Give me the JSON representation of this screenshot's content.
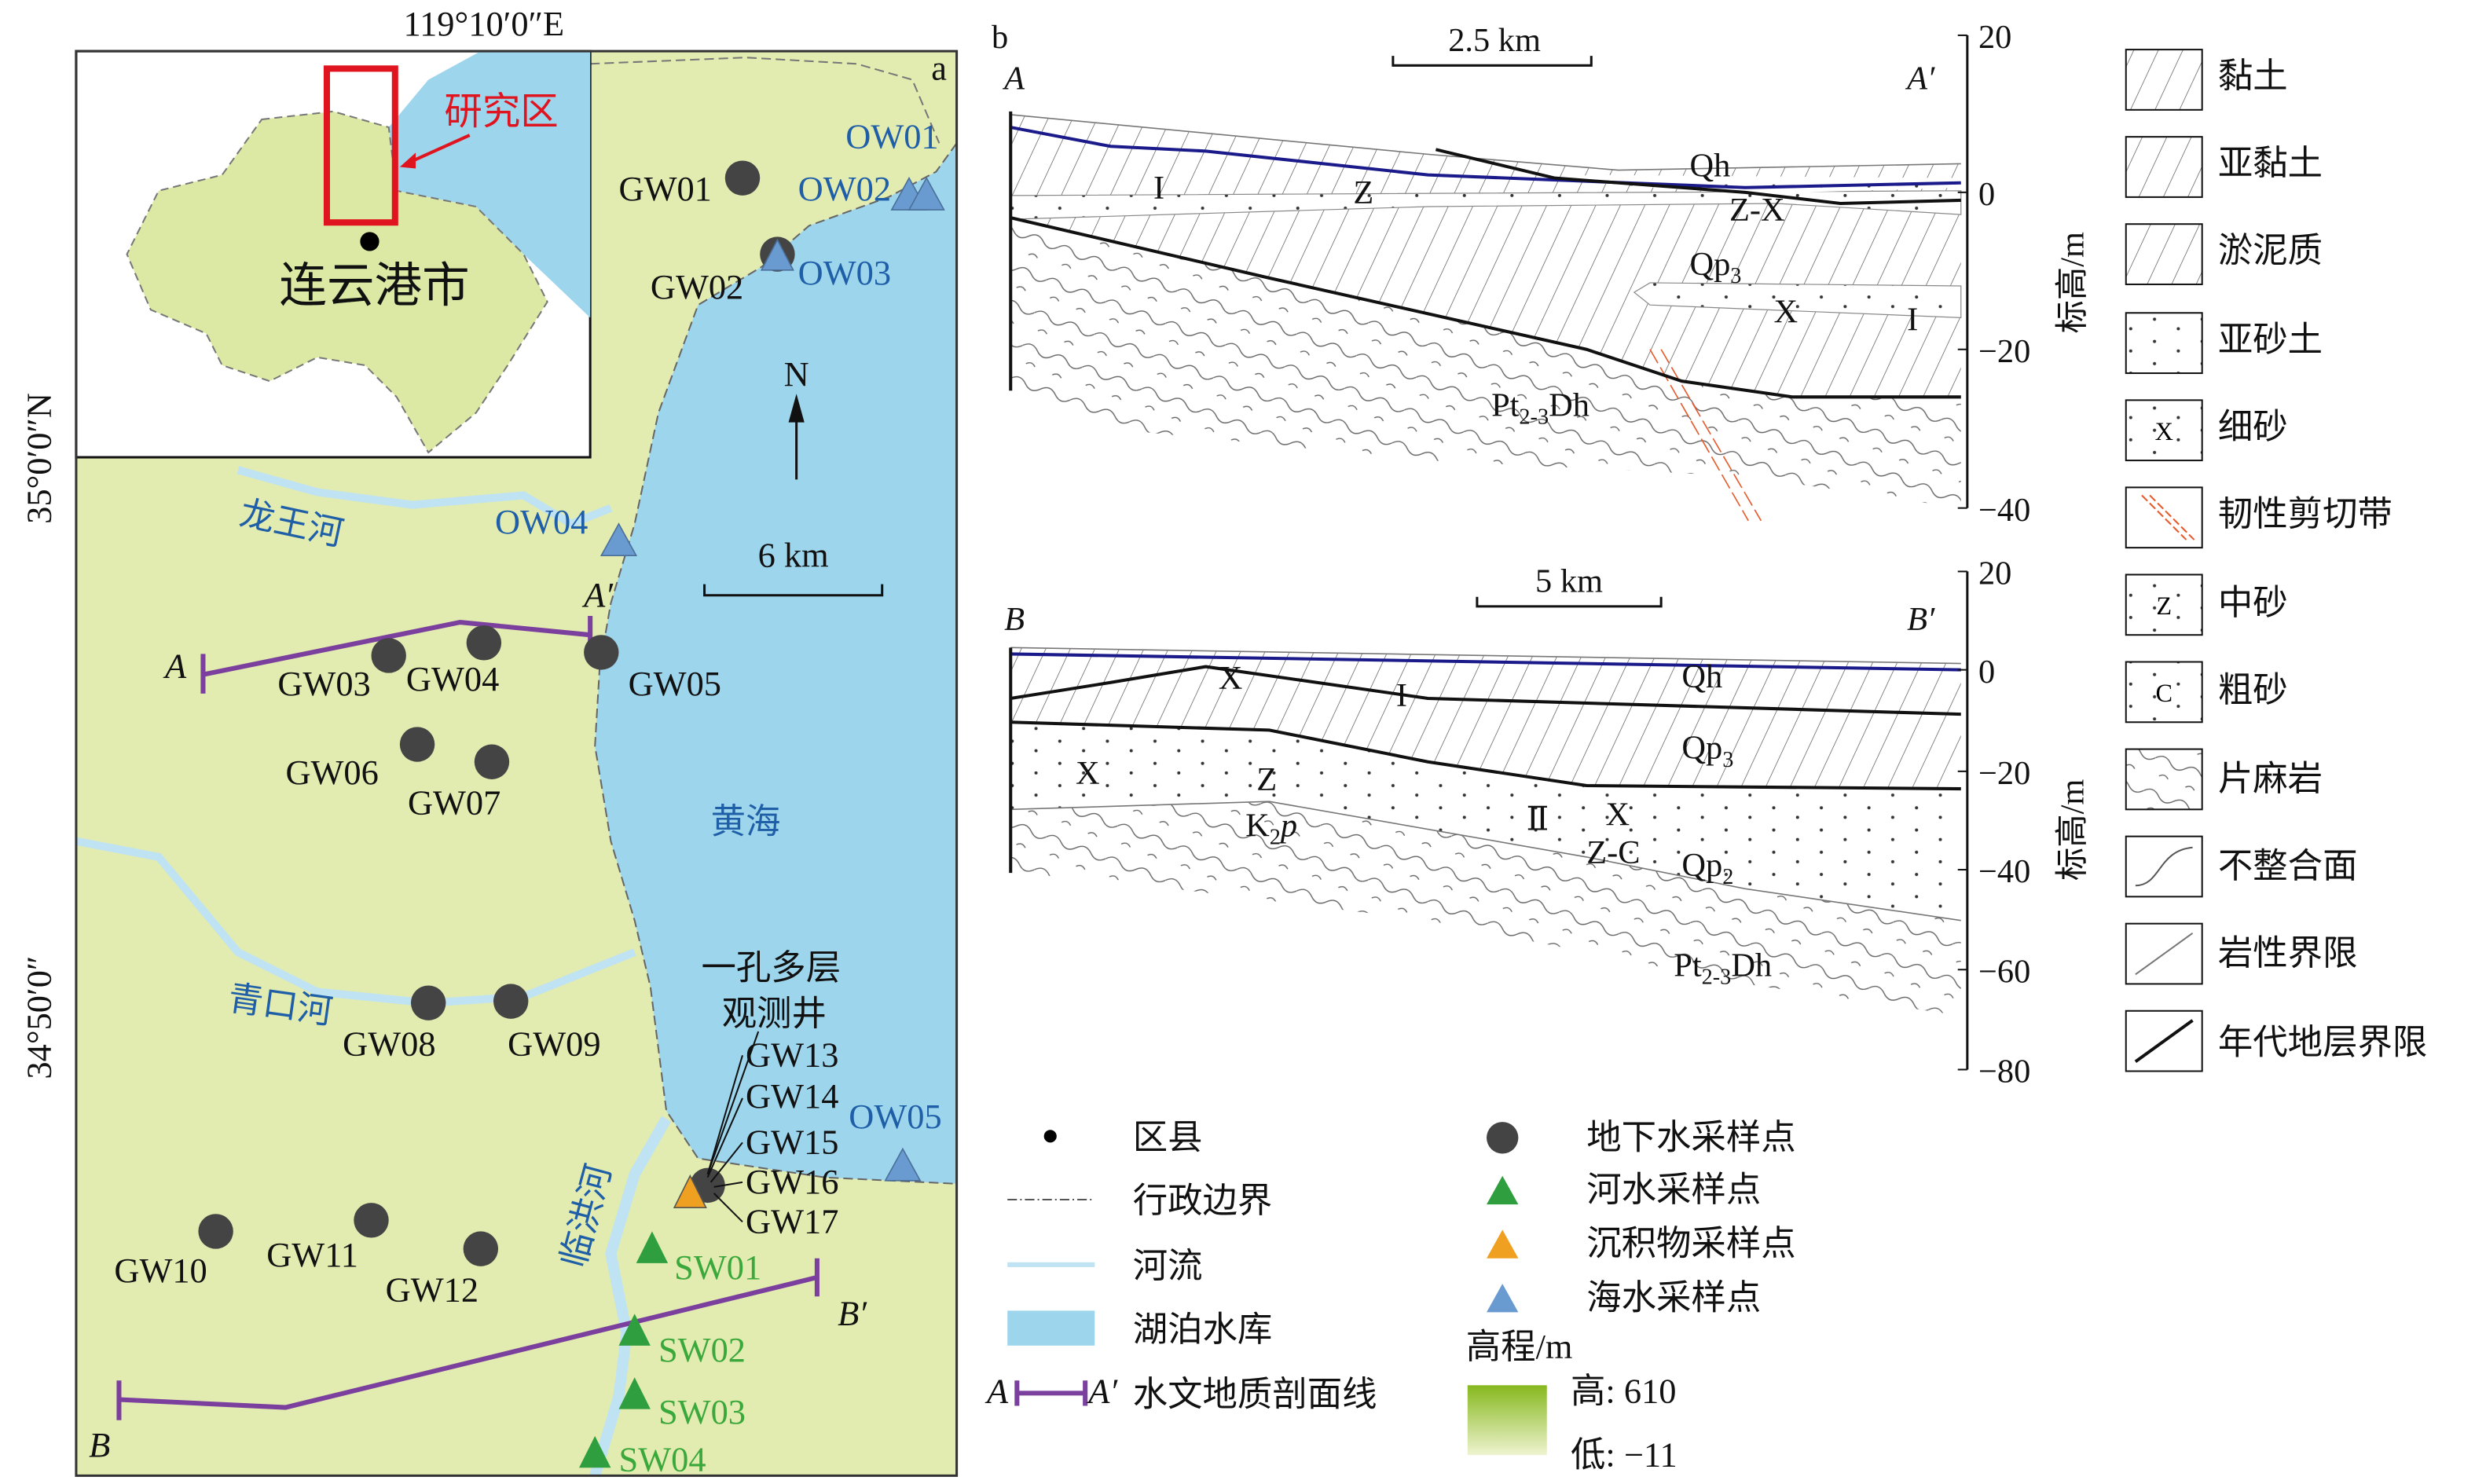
{
  "map": {
    "panel_label": "a",
    "lon_label": "119°10′0″E",
    "lat_labels": [
      "35°0′0″N",
      "34°50′0″"
    ],
    "inset": {
      "study_area": "研究区",
      "city": "连云港市"
    },
    "north": "N",
    "scale": "6 km",
    "rivers": {
      "longwang": "龙王河",
      "qingkou": "青口河",
      "linhong": "临洪河"
    },
    "sea": "黄海",
    "profile": {
      "A": "A",
      "A_prime": "A′",
      "B": "B",
      "B_prime": "B′"
    },
    "multi_well": [
      "一孔多层",
      "观测井"
    ],
    "groundwater": [
      "GW01",
      "GW02",
      "GW03",
      "GW04",
      "GW05",
      "GW06",
      "GW07",
      "GW08",
      "GW09",
      "GW10",
      "GW11",
      "GW12",
      "GW13",
      "GW14",
      "GW15",
      "GW16",
      "GW17"
    ],
    "sea_water": [
      "OW01",
      "OW02",
      "OW03",
      "OW04",
      "OW05"
    ],
    "river_water": [
      "SW01",
      "SW02",
      "SW03",
      "SW04"
    ]
  },
  "section_a": {
    "panel_label": "b",
    "scale": "2.5 km",
    "start": "A",
    "end": "A′",
    "units": {
      "Qh": "Qh",
      "ZX": "Z-X",
      "Qp3": {
        "base": "Qp",
        "sub": "3"
      },
      "X": "X",
      "I1": "I",
      "I2": "I",
      "Z": "Z",
      "Pt": {
        "base": "Pt",
        "sub": "2-3",
        "suffix": "Dh"
      }
    },
    "ticks": [
      "20",
      "0",
      "−20",
      "−40"
    ],
    "ylabel": "标高/m"
  },
  "section_b": {
    "scale": "5 km",
    "start": "B",
    "end": "B′",
    "units": {
      "X1": "X",
      "I": "I",
      "Qh": "Qh",
      "Qp3": {
        "base": "Qp",
        "sub": "3"
      },
      "X2": "X",
      "Z": "Z",
      "K2p": {
        "base": "K",
        "sub": "2",
        "suffix": "p"
      },
      "II": "Ⅱ",
      "X3": "X",
      "ZC": "Z-C",
      "Qp2": {
        "base": "Qp",
        "sub": "2"
      },
      "Pt": {
        "base": "Pt",
        "sub": "2-3",
        "suffix": "Dh"
      }
    },
    "ticks": [
      "20",
      "0",
      "−20",
      "−40",
      "−60",
      "−80"
    ],
    "ylabel": "标高/m"
  },
  "lithology_legend": [
    {
      "label": "黏土"
    },
    {
      "label": "亚黏土"
    },
    {
      "label": "淤泥质"
    },
    {
      "label": "亚砂土"
    },
    {
      "label": "细砂",
      "symbol": "X"
    },
    {
      "label": "韧性剪切带"
    },
    {
      "label": "中砂",
      "symbol": "Z"
    },
    {
      "label": "粗砂",
      "symbol": "C"
    },
    {
      "label": "片麻岩"
    },
    {
      "label": "不整合面"
    },
    {
      "label": "岩性界限"
    },
    {
      "label": "年代地层界限"
    }
  ],
  "map_legend": {
    "county": "区县",
    "boundary": "行政边界",
    "river": "河流",
    "lake": "湖泊水库",
    "profile_line": "水文地质剖面线",
    "profile_A": "A",
    "profile_A_prime": "A′",
    "groundwater": "地下水采样点",
    "river_sample": "河水采样点",
    "sediment": "沉积物采样点",
    "seawater": "海水采样点",
    "elevation_title": "高程/m",
    "elev_high": "高: 610",
    "elev_low": "低: −11"
  },
  "colors": {
    "land": "#e2ebb0",
    "sea": "#9dd5ec",
    "river": "#bfe3f3",
    "profile": "#7b3f9e",
    "gw": "#444444",
    "sw": "#2e9e3e",
    "sediment": "#f0a020",
    "ow": "#6a9bd0",
    "study_box": "#e0141e",
    "water_table": "#1a1a8a"
  }
}
